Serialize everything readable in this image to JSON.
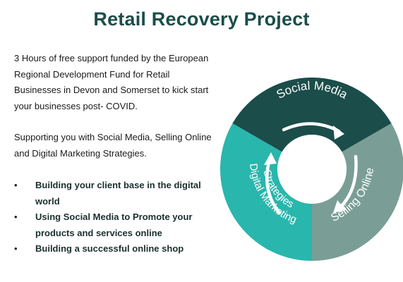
{
  "title": "Retail Recovery Project",
  "intro": "3 Hours of free support funded by the European Regional Development Fund for Retail Businesses in Devon and Somerset to kick start your businesses post- COVID.",
  "supporting": "Supporting you with Social Media, Selling Online and Digital Marketing Strategies.",
  "bullets": [
    "Building your client base in the digital world",
    "Using Social Media to Promote your products and services online",
    "Building a successful online shop"
  ],
  "bullet_marker": "•",
  "wheel": {
    "segments": [
      {
        "label": "Social Media",
        "color": "#1b4d4a"
      },
      {
        "label": "Selling Online",
        "color": "#7a9e95"
      },
      {
        "label": "Digital Marketing",
        "label2": "Strategies",
        "color": "#29b6ac"
      }
    ],
    "arrow_color": "#ffffff"
  }
}
